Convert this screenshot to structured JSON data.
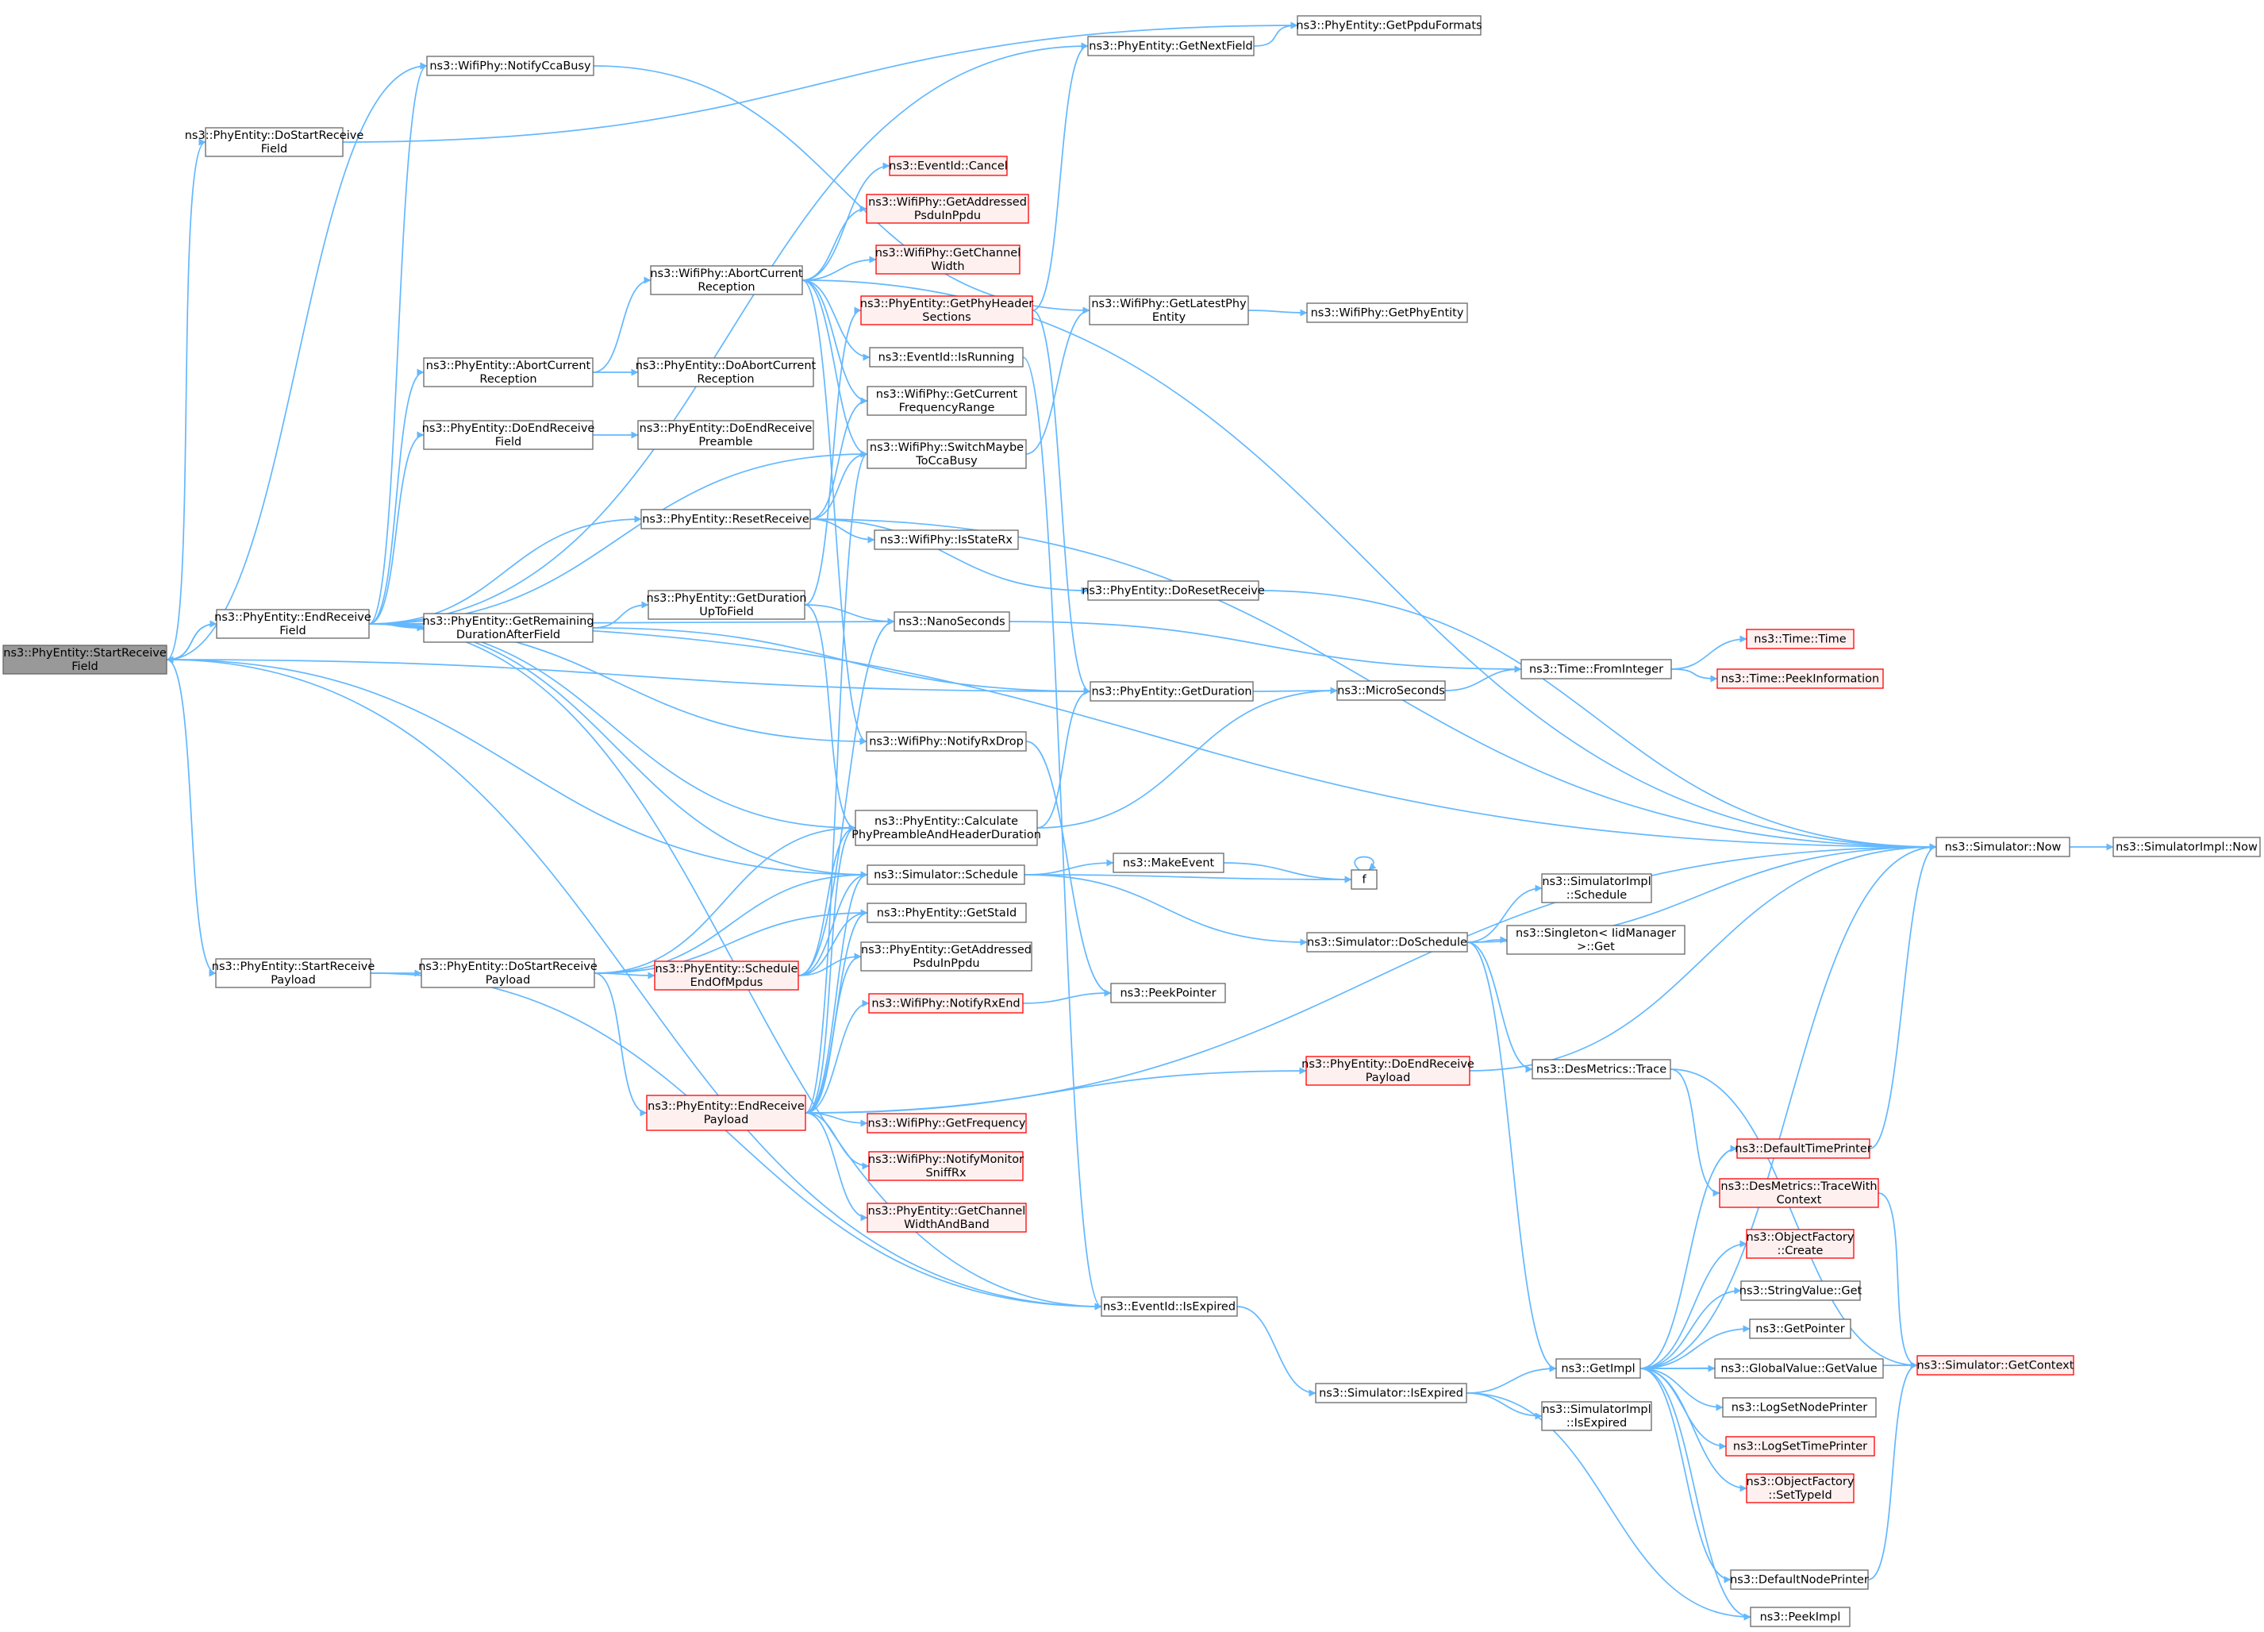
{
  "colors": {
    "edge": "#63b8ff",
    "node_border": "#666666",
    "node_fill": "#ffffff",
    "root_fill": "#999999",
    "highlight_border": "#ff0000",
    "highlight_fill": "#fff0f0"
  },
  "nodes": [
    {
      "id": "start_receive_field",
      "lines": [
        "ns3::PhyEntity::StartReceive",
        "Field"
      ],
      "style": "root"
    },
    {
      "id": "do_start_receive_field",
      "lines": [
        "ns3::PhyEntity::DoStartReceive",
        "Field"
      ],
      "style": "normal"
    },
    {
      "id": "notify_cca_busy",
      "lines": [
        "ns3::WifiPhy::NotifyCcaBusy"
      ],
      "style": "normal"
    },
    {
      "id": "end_receive_field",
      "lines": [
        "ns3::PhyEntity::EndReceive",
        "Field"
      ],
      "style": "normal"
    },
    {
      "id": "start_receive_payload",
      "lines": [
        "ns3::PhyEntity::StartReceive",
        "Payload"
      ],
      "style": "normal"
    },
    {
      "id": "get_next_field",
      "lines": [
        "ns3::PhyEntity::GetNextField"
      ],
      "style": "normal"
    },
    {
      "id": "get_ppdu_formats",
      "lines": [
        "ns3::PhyEntity::GetPpduFormats"
      ],
      "style": "normal"
    },
    {
      "id": "eventid_cancel",
      "lines": [
        "ns3::EventId::Cancel"
      ],
      "style": "red"
    },
    {
      "id": "get_addressed_psdu_red",
      "lines": [
        "ns3::WifiPhy::GetAddressed",
        "PsduInPpdu"
      ],
      "style": "red"
    },
    {
      "id": "get_channel_width",
      "lines": [
        "ns3::WifiPhy::GetChannel",
        "Width"
      ],
      "style": "red"
    },
    {
      "id": "wifiphy_abort_current_reception",
      "lines": [
        "ns3::WifiPhy::AbortCurrent",
        "Reception"
      ],
      "style": "normal"
    },
    {
      "id": "get_phy_header_sections",
      "lines": [
        "ns3::PhyEntity::GetPhyHeader",
        "Sections"
      ],
      "style": "red"
    },
    {
      "id": "get_latest_phy_entity",
      "lines": [
        "ns3::WifiPhy::GetLatestPhy",
        "Entity"
      ],
      "style": "normal"
    },
    {
      "id": "get_phy_entity",
      "lines": [
        "ns3::WifiPhy::GetPhyEntity"
      ],
      "style": "normal"
    },
    {
      "id": "phyentity_abort_current_reception",
      "lines": [
        "ns3::PhyEntity::AbortCurrent",
        "Reception"
      ],
      "style": "normal"
    },
    {
      "id": "do_abort_current_reception",
      "lines": [
        "ns3::PhyEntity::DoAbortCurrent",
        "Reception"
      ],
      "style": "normal"
    },
    {
      "id": "eventid_is_running",
      "lines": [
        "ns3::EventId::IsRunning"
      ],
      "style": "normal"
    },
    {
      "id": "get_current_frequency_range",
      "lines": [
        "ns3::WifiPhy::GetCurrent",
        "FrequencyRange"
      ],
      "style": "normal"
    },
    {
      "id": "do_end_receive_field",
      "lines": [
        "ns3::PhyEntity::DoEndReceive",
        "Field"
      ],
      "style": "normal"
    },
    {
      "id": "do_end_receive_preamble",
      "lines": [
        "ns3::PhyEntity::DoEndReceive",
        "Preamble"
      ],
      "style": "normal"
    },
    {
      "id": "switch_maybe_to_cca_busy",
      "lines": [
        "ns3::WifiPhy::SwitchMaybe",
        "ToCcaBusy"
      ],
      "style": "normal"
    },
    {
      "id": "reset_receive",
      "lines": [
        "ns3::PhyEntity::ResetReceive"
      ],
      "style": "normal"
    },
    {
      "id": "is_state_rx",
      "lines": [
        "ns3::WifiPhy::IsStateRx"
      ],
      "style": "normal"
    },
    {
      "id": "do_reset_receive",
      "lines": [
        "ns3::PhyEntity::DoResetReceive"
      ],
      "style": "normal"
    },
    {
      "id": "get_remaining_duration",
      "lines": [
        "ns3::PhyEntity::GetRemaining",
        "DurationAfterField"
      ],
      "style": "normal"
    },
    {
      "id": "get_duration_up_to_field",
      "lines": [
        "ns3::PhyEntity::GetDuration",
        "UpToField"
      ],
      "style": "normal"
    },
    {
      "id": "nanoseconds",
      "lines": [
        "ns3::NanoSeconds"
      ],
      "style": "normal"
    },
    {
      "id": "time_from_integer",
      "lines": [
        "ns3::Time::FromInteger"
      ],
      "style": "normal"
    },
    {
      "id": "time_time",
      "lines": [
        "ns3::Time::Time"
      ],
      "style": "red"
    },
    {
      "id": "time_peek_information",
      "lines": [
        "ns3::Time::PeekInformation"
      ],
      "style": "red"
    },
    {
      "id": "get_duration",
      "lines": [
        "ns3::PhyEntity::GetDuration"
      ],
      "style": "normal"
    },
    {
      "id": "microseconds",
      "lines": [
        "ns3::MicroSeconds"
      ],
      "style": "normal"
    },
    {
      "id": "notify_rx_drop",
      "lines": [
        "ns3::WifiPhy::NotifyRxDrop"
      ],
      "style": "normal"
    },
    {
      "id": "calculate_phy_preamble",
      "lines": [
        "ns3::PhyEntity::Calculate",
        "PhyPreambleAndHeaderDuration"
      ],
      "style": "normal"
    },
    {
      "id": "simulator_now",
      "lines": [
        "ns3::Simulator::Now"
      ],
      "style": "normal"
    },
    {
      "id": "simulatorimpl_now",
      "lines": [
        "ns3::SimulatorImpl::Now"
      ],
      "style": "normal"
    },
    {
      "id": "simulator_schedule",
      "lines": [
        "ns3::Simulator::Schedule"
      ],
      "style": "normal"
    },
    {
      "id": "make_event",
      "lines": [
        "ns3::MakeEvent"
      ],
      "style": "normal"
    },
    {
      "id": "f",
      "lines": [
        "f"
      ],
      "style": "normal"
    },
    {
      "id": "simulatorimpl_schedule",
      "lines": [
        "ns3::SimulatorImpl",
        "::Schedule"
      ],
      "style": "normal"
    },
    {
      "id": "simulator_do_schedule",
      "lines": [
        "ns3::Simulator::DoSchedule"
      ],
      "style": "normal"
    },
    {
      "id": "singleton_get",
      "lines": [
        "ns3::Singleton< IidManager",
        ">::Get"
      ],
      "style": "normal"
    },
    {
      "id": "get_sta_id",
      "lines": [
        "ns3::PhyEntity::GetStaId"
      ],
      "style": "normal"
    },
    {
      "id": "do_start_receive_payload",
      "lines": [
        "ns3::PhyEntity::DoStartReceive",
        "Payload"
      ],
      "style": "normal"
    },
    {
      "id": "schedule_end_of_mpdus",
      "lines": [
        "ns3::PhyEntity::Schedule",
        "EndOfMpdus"
      ],
      "style": "red"
    },
    {
      "id": "phyentity_get_addressed_psdu",
      "lines": [
        "ns3::PhyEntity::GetAddressed",
        "PsduInPpdu"
      ],
      "style": "normal"
    },
    {
      "id": "notify_rx_end",
      "lines": [
        "ns3::WifiPhy::NotifyRxEnd"
      ],
      "style": "red"
    },
    {
      "id": "peek_pointer",
      "lines": [
        "ns3::PeekPointer"
      ],
      "style": "normal"
    },
    {
      "id": "do_end_receive_payload",
      "lines": [
        "ns3::PhyEntity::DoEndReceive",
        "Payload"
      ],
      "style": "red"
    },
    {
      "id": "des_metrics_trace",
      "lines": [
        "ns3::DesMetrics::Trace"
      ],
      "style": "normal"
    },
    {
      "id": "end_receive_payload",
      "lines": [
        "ns3::PhyEntity::EndReceive",
        "Payload"
      ],
      "style": "red"
    },
    {
      "id": "get_frequency",
      "lines": [
        "ns3::WifiPhy::GetFrequency"
      ],
      "style": "red"
    },
    {
      "id": "notify_monitor_sniff_rx",
      "lines": [
        "ns3::WifiPhy::NotifyMonitor",
        "SniffRx"
      ],
      "style": "red"
    },
    {
      "id": "get_channel_width_and_band",
      "lines": [
        "ns3::PhyEntity::GetChannel",
        "WidthAndBand"
      ],
      "style": "red"
    },
    {
      "id": "default_time_printer",
      "lines": [
        "ns3::DefaultTimePrinter"
      ],
      "style": "red"
    },
    {
      "id": "trace_with_context",
      "lines": [
        "ns3::DesMetrics::TraceWith",
        "Context"
      ],
      "style": "red"
    },
    {
      "id": "object_factory_create",
      "lines": [
        "ns3::ObjectFactory",
        "::Create"
      ],
      "style": "red"
    },
    {
      "id": "string_value_get",
      "lines": [
        "ns3::StringValue::Get"
      ],
      "style": "normal"
    },
    {
      "id": "get_pointer",
      "lines": [
        "ns3::GetPointer"
      ],
      "style": "normal"
    },
    {
      "id": "eventid_is_expired",
      "lines": [
        "ns3::EventId::IsExpired"
      ],
      "style": "normal"
    },
    {
      "id": "get_impl",
      "lines": [
        "ns3::GetImpl"
      ],
      "style": "normal"
    },
    {
      "id": "global_value_get_value",
      "lines": [
        "ns3::GlobalValue::GetValue"
      ],
      "style": "normal"
    },
    {
      "id": "simulator_get_context",
      "lines": [
        "ns3::Simulator::GetContext"
      ],
      "style": "red"
    },
    {
      "id": "simulator_is_expired",
      "lines": [
        "ns3::Simulator::IsExpired"
      ],
      "style": "normal"
    },
    {
      "id": "log_set_node_printer",
      "lines": [
        "ns3::LogSetNodePrinter"
      ],
      "style": "normal"
    },
    {
      "id": "simulatorimpl_is_expired",
      "lines": [
        "ns3::SimulatorImpl",
        "::IsExpired"
      ],
      "style": "normal"
    },
    {
      "id": "log_set_time_printer",
      "lines": [
        "ns3::LogSetTimePrinter"
      ],
      "style": "red"
    },
    {
      "id": "object_factory_set_type_id",
      "lines": [
        "ns3::ObjectFactory",
        "::SetTypeId"
      ],
      "style": "red"
    },
    {
      "id": "default_node_printer",
      "lines": [
        "ns3::DefaultNodePrinter"
      ],
      "style": "normal"
    },
    {
      "id": "peek_impl",
      "lines": [
        "ns3::PeekImpl"
      ],
      "style": "normal"
    }
  ],
  "edges": [
    [
      "start_receive_field",
      "do_start_receive_field"
    ],
    [
      "start_receive_field",
      "notify_cca_busy"
    ],
    [
      "start_receive_field",
      "end_receive_field"
    ],
    [
      "start_receive_field",
      "get_duration"
    ],
    [
      "start_receive_field",
      "simulator_schedule"
    ],
    [
      "start_receive_field",
      "start_receive_payload"
    ],
    [
      "start_receive_field",
      "eventid_is_expired"
    ],
    [
      "do_start_receive_field",
      "get_ppdu_formats"
    ],
    [
      "notify_cca_busy",
      "get_latest_phy_entity"
    ],
    [
      "end_receive_field",
      "start_receive_field"
    ],
    [
      "end_receive_field",
      "notify_cca_busy"
    ],
    [
      "end_receive_field",
      "get_next_field"
    ],
    [
      "end_receive_field",
      "phyentity_abort_current_reception"
    ],
    [
      "end_receive_field",
      "do_end_receive_field"
    ],
    [
      "end_receive_field",
      "switch_maybe_to_cca_busy"
    ],
    [
      "end_receive_field",
      "reset_receive"
    ],
    [
      "end_receive_field",
      "get_remaining_duration"
    ],
    [
      "end_receive_field",
      "nanoseconds"
    ],
    [
      "end_receive_field",
      "notify_rx_drop"
    ],
    [
      "end_receive_field",
      "simulator_now"
    ],
    [
      "end_receive_field",
      "simulator_schedule"
    ],
    [
      "end_receive_field",
      "calculate_phy_preamble"
    ],
    [
      "end_receive_field",
      "eventid_is_expired"
    ],
    [
      "get_next_field",
      "get_ppdu_formats"
    ],
    [
      "wifiphy_abort_current_reception",
      "eventid_cancel"
    ],
    [
      "wifiphy_abort_current_reception",
      "get_addressed_psdu_red"
    ],
    [
      "wifiphy_abort_current_reception",
      "get_channel_width"
    ],
    [
      "wifiphy_abort_current_reception",
      "eventid_is_running"
    ],
    [
      "wifiphy_abort_current_reception",
      "get_current_frequency_range"
    ],
    [
      "wifiphy_abort_current_reception",
      "simulator_now"
    ],
    [
      "wifiphy_abort_current_reception",
      "notify_rx_drop"
    ],
    [
      "wifiphy_abort_current_reception",
      "switch_maybe_to_cca_busy"
    ],
    [
      "get_phy_header_sections",
      "get_next_field"
    ],
    [
      "get_phy_header_sections",
      "get_duration"
    ],
    [
      "get_latest_phy_entity",
      "get_phy_entity"
    ],
    [
      "phyentity_abort_current_reception",
      "wifiphy_abort_current_reception"
    ],
    [
      "phyentity_abort_current_reception",
      "do_abort_current_reception"
    ],
    [
      "eventid_is_running",
      "eventid_is_expired"
    ],
    [
      "do_end_receive_field",
      "do_end_receive_preamble"
    ],
    [
      "switch_maybe_to_cca_busy",
      "get_latest_phy_entity"
    ],
    [
      "reset_receive",
      "get_current_frequency_range"
    ],
    [
      "reset_receive",
      "switch_maybe_to_cca_busy"
    ],
    [
      "reset_receive",
      "is_state_rx"
    ],
    [
      "reset_receive",
      "do_reset_receive"
    ],
    [
      "reset_receive",
      "simulator_now"
    ],
    [
      "do_reset_receive",
      "simulator_now"
    ],
    [
      "get_remaining_duration",
      "get_duration_up_to_field"
    ],
    [
      "get_remaining_duration",
      "get_duration"
    ],
    [
      "get_duration_up_to_field",
      "get_phy_header_sections"
    ],
    [
      "get_duration_up_to_field",
      "nanoseconds"
    ],
    [
      "get_duration_up_to_field",
      "calculate_phy_preamble"
    ],
    [
      "nanoseconds",
      "time_from_integer"
    ],
    [
      "time_from_integer",
      "time_time"
    ],
    [
      "time_from_integer",
      "time_peek_information"
    ],
    [
      "get_duration",
      "microseconds"
    ],
    [
      "microseconds",
      "time_from_integer"
    ],
    [
      "notify_rx_drop",
      "peek_pointer"
    ],
    [
      "calculate_phy_preamble",
      "get_duration"
    ],
    [
      "calculate_phy_preamble",
      "microseconds"
    ],
    [
      "simulator_now",
      "simulatorimpl_now"
    ],
    [
      "simulator_schedule",
      "make_event"
    ],
    [
      "simulator_schedule",
      "f"
    ],
    [
      "simulator_schedule",
      "simulator_do_schedule"
    ],
    [
      "make_event",
      "f"
    ],
    [
      "f",
      "f"
    ],
    [
      "simulator_do_schedule",
      "simulator_now"
    ],
    [
      "simulator_do_schedule",
      "simulatorimpl_schedule"
    ],
    [
      "simulator_do_schedule",
      "singleton_get"
    ],
    [
      "simulator_do_schedule",
      "des_metrics_trace"
    ],
    [
      "simulator_do_schedule",
      "get_impl"
    ],
    [
      "start_receive_payload",
      "do_start_receive_payload"
    ],
    [
      "start_receive_payload",
      "eventid_is_expired"
    ],
    [
      "do_start_receive_payload",
      "calculate_phy_preamble"
    ],
    [
      "do_start_receive_payload",
      "simulator_schedule"
    ],
    [
      "do_start_receive_payload",
      "schedule_end_of_mpdus"
    ],
    [
      "do_start_receive_payload",
      "get_sta_id"
    ],
    [
      "do_start_receive_payload",
      "end_receive_payload"
    ],
    [
      "schedule_end_of_mpdus",
      "nanoseconds"
    ],
    [
      "schedule_end_of_mpdus",
      "calculate_phy_preamble"
    ],
    [
      "schedule_end_of_mpdus",
      "simulator_schedule"
    ],
    [
      "schedule_end_of_mpdus",
      "get_sta_id"
    ],
    [
      "schedule_end_of_mpdus",
      "phyentity_get_addressed_psdu"
    ],
    [
      "end_receive_payload",
      "calculate_phy_preamble"
    ],
    [
      "end_receive_payload",
      "simulator_schedule"
    ],
    [
      "end_receive_payload",
      "get_sta_id"
    ],
    [
      "end_receive_payload",
      "phyentity_get_addressed_psdu"
    ],
    [
      "end_receive_payload",
      "notify_rx_end"
    ],
    [
      "end_receive_payload",
      "do_end_receive_payload"
    ],
    [
      "end_receive_payload",
      "simulator_now"
    ],
    [
      "end_receive_payload",
      "get_frequency"
    ],
    [
      "end_receive_payload",
      "notify_monitor_sniff_rx"
    ],
    [
      "end_receive_payload",
      "get_channel_width_and_band"
    ],
    [
      "end_receive_payload",
      "switch_maybe_to_cca_busy"
    ],
    [
      "notify_rx_end",
      "peek_pointer"
    ],
    [
      "do_end_receive_payload",
      "simulator_now"
    ],
    [
      "des_metrics_trace",
      "trace_with_context"
    ],
    [
      "des_metrics_trace",
      "simulator_get_context"
    ],
    [
      "trace_with_context",
      "simulator_get_context"
    ],
    [
      "default_time_printer",
      "simulator_now"
    ],
    [
      "eventid_is_expired",
      "simulator_is_expired"
    ],
    [
      "simulator_is_expired",
      "get_impl"
    ],
    [
      "simulator_is_expired",
      "simulatorimpl_is_expired"
    ],
    [
      "simulator_is_expired",
      "peek_impl"
    ],
    [
      "get_impl",
      "simulator_now"
    ],
    [
      "get_impl",
      "default_time_printer"
    ],
    [
      "get_impl",
      "object_factory_create"
    ],
    [
      "get_impl",
      "string_value_get"
    ],
    [
      "get_impl",
      "get_pointer"
    ],
    [
      "get_impl",
      "global_value_get_value"
    ],
    [
      "get_impl",
      "log_set_node_printer"
    ],
    [
      "get_impl",
      "log_set_time_printer"
    ],
    [
      "get_impl",
      "object_factory_set_type_id"
    ],
    [
      "get_impl",
      "default_node_printer"
    ],
    [
      "get_impl",
      "peek_impl"
    ],
    [
      "get_impl",
      "simulator_get_context"
    ],
    [
      "default_node_printer",
      "simulator_get_context"
    ]
  ]
}
